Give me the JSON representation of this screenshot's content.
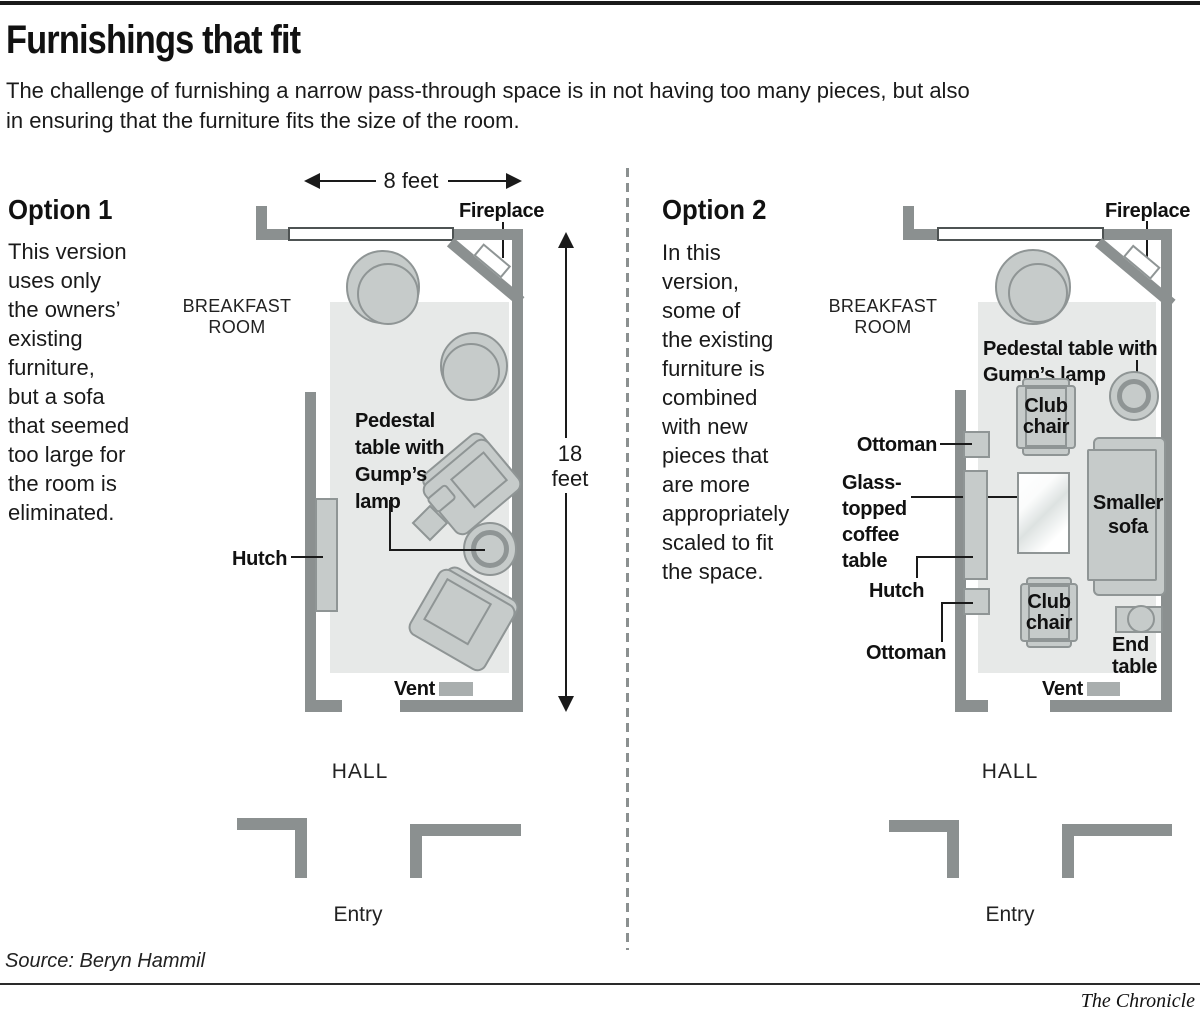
{
  "colors": {
    "wall": "#8b9090",
    "furniture_fill": "#c6cbca",
    "furniture_stroke": "#8f9595",
    "rug": "#e7e9e8",
    "vent": "#a9aeae",
    "text": "#1a1a1a"
  },
  "header": {
    "title": "Furnishings that fit",
    "intro": [
      "The challenge of furnishing a narrow pass-through space is in not having too many pieces, but also",
      "in ensuring that the furniture fits the size of the room."
    ]
  },
  "panel1": {
    "heading": "Option 1",
    "description": [
      "This version",
      "uses only",
      "the owners’",
      "existing",
      "furniture,",
      "but a sofa",
      "that seemed",
      "too large for",
      "the room is",
      "eliminated."
    ],
    "width_dim": "8 feet",
    "height_dim": [
      "18",
      "feet"
    ],
    "fireplace": "Fireplace",
    "breakfast_room": [
      "BREAKFAST",
      "ROOM"
    ],
    "pedestal_label": [
      "Pedestal",
      "table with",
      "Gump’s",
      "lamp"
    ],
    "hutch": "Hutch",
    "vent": "Vent",
    "hall": "HALL",
    "entry": "Entry"
  },
  "panel2": {
    "heading": "Option 2",
    "description": [
      "In this",
      "version,",
      "some of",
      "the existing",
      "furniture is",
      "combined",
      "with new",
      "pieces that",
      "are more",
      "appropriately",
      "scaled to fit",
      "the space."
    ],
    "fireplace": "Fireplace",
    "breakfast_room": [
      "BREAKFAST",
      "ROOM"
    ],
    "pedestal_label": [
      "Pedestal table with",
      "Gump’s lamp"
    ],
    "ottoman_top": "Ottoman",
    "glass_table_label": [
      "Glass-",
      "topped",
      "coffee",
      "table"
    ],
    "hutch": "Hutch",
    "ottoman_bottom": "Ottoman",
    "club_chair": [
      "Club",
      "chair"
    ],
    "sofa_label": [
      "Smaller",
      "sofa"
    ],
    "end_table_label": [
      "End",
      "table"
    ],
    "vent": "Vent",
    "hall": "HALL",
    "entry": "Entry"
  },
  "footer": {
    "source": "Source: Beryn Hammil",
    "credit": "The Chronicle"
  }
}
